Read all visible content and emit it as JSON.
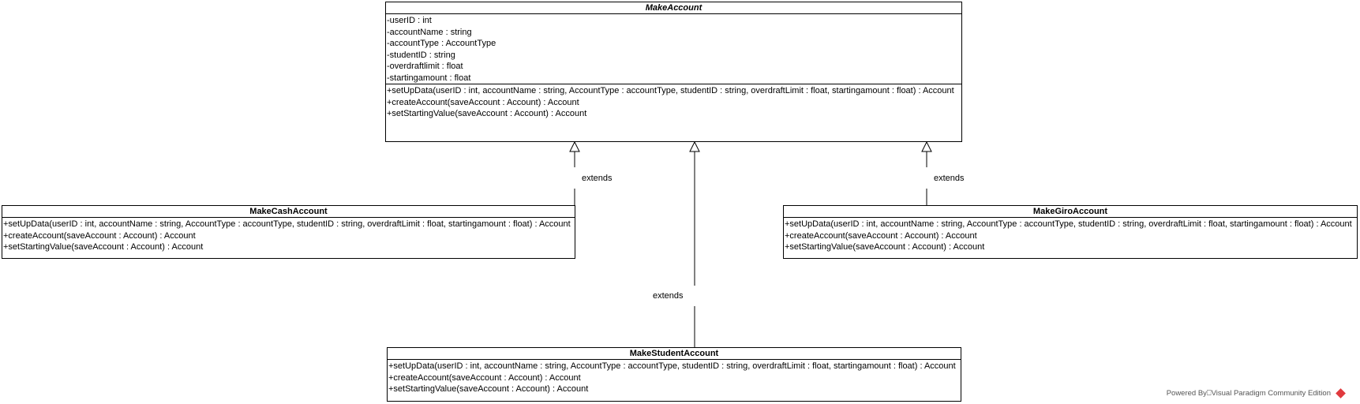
{
  "classes": {
    "make_account": {
      "name": "MakeAccount",
      "attributes": [
        "-userID : int",
        "-accountName : string",
        "-accountType : AccountType",
        "-studentID : string",
        "-overdraftlimit : float",
        "-startingamount : float"
      ],
      "operations": [
        "+setUpData(userID : int, accountName : string, AccountType : accountType, studentID : string, overdraftLimit : float, startingamount : float) : Account",
        "+createAccount(saveAccount : Account) : Account",
        "+setStartingValue(saveAccount : Account) : Account"
      ]
    },
    "make_cash_account": {
      "name": "MakeCashAccount",
      "operations": [
        "+setUpData(userID : int, accountName : string, AccountType : accountType, studentID : string, overdraftLimit : float, startingamount : float) : Account",
        "+createAccount(saveAccount : Account) : Account",
        "+setStartingValue(saveAccount : Account) : Account"
      ]
    },
    "make_giro_account": {
      "name": "MakeGiroAccount",
      "operations": [
        "+setUpData(userID : int, accountName : string, AccountType : accountType, studentID : string, overdraftLimit : float, startingamount : float) : Account",
        "+createAccount(saveAccount : Account) : Account",
        "+setStartingValue(saveAccount : Account) : Account"
      ]
    },
    "make_student_account": {
      "name": "MakeStudentAccount",
      "operations": [
        "+setUpData(userID : int, accountName : string, AccountType : accountType, studentID : string, overdraftLimit : float, startingamount : float) : Account",
        "+createAccount(saveAccount : Account) : Account",
        "+setStartingValue(saveAccount : Account) : Account"
      ]
    }
  },
  "relations": {
    "cash_label": "extends",
    "student_label": "extends",
    "giro_label": "extends"
  },
  "footer": {
    "text": "Powered By⎕Visual Paradigm Community Edition",
    "logo_color": "#e03a3e"
  }
}
